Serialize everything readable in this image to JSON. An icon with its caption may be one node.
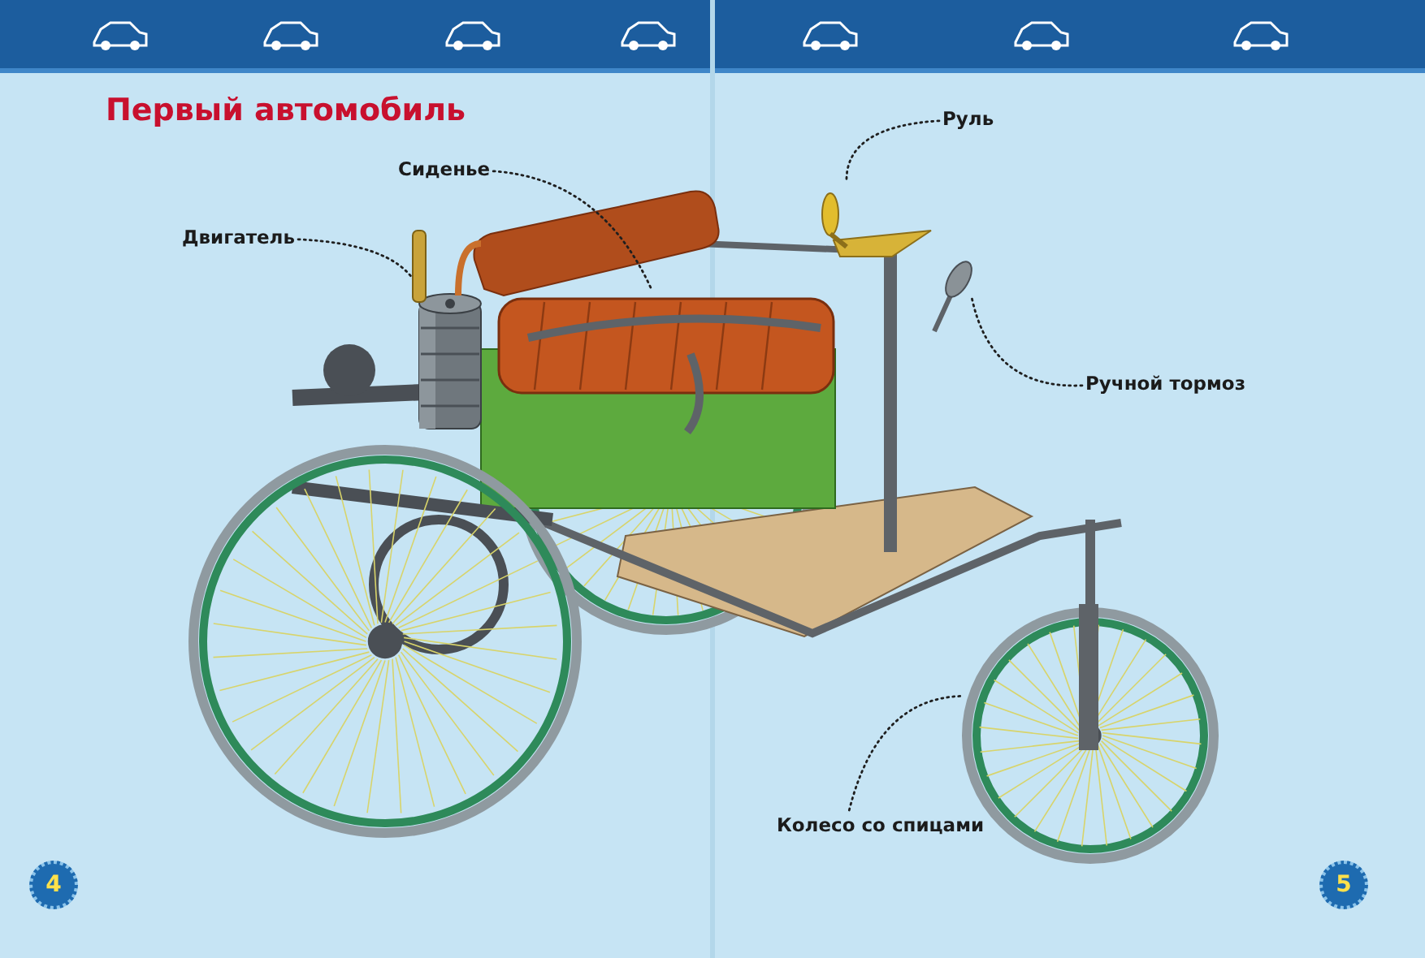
{
  "diagram": {
    "title": "Первый автомобиль",
    "nodes": [
      {
        "text": [
          "Руль"
        ]
      },
      {
        "text": [
          "Сиденье"
        ]
      },
      {
        "text": [
          "Двигатель"
        ]
      },
      {
        "text": [
          "Ручной тормоз"
        ]
      },
      {
        "text": [
          "Колесо со спицами"
        ]
      },
      {
        "text": [],
        "shape": "picture"
      },
      {
        "text": [],
        "shape": "picture"
      },
      {
        "text": [],
        "shape": "picture"
      },
      {
        "text": [],
        "shape": "picture"
      },
      {
        "text": [],
        "shape": "picture"
      }
    ],
    "edges": [
      {
        "from": 0,
        "to": 5,
        "arrow": "none"
      },
      {
        "from": 1,
        "to": 6,
        "arrow": "none"
      },
      {
        "from": 2,
        "to": 7,
        "arrow": "none"
      },
      {
        "from": 3,
        "to": 8,
        "arrow": "none"
      },
      {
        "from": 4,
        "to": 9,
        "arrow": "none"
      }
    ],
    "labels": [
      "4",
      "5"
    ]
  }
}
